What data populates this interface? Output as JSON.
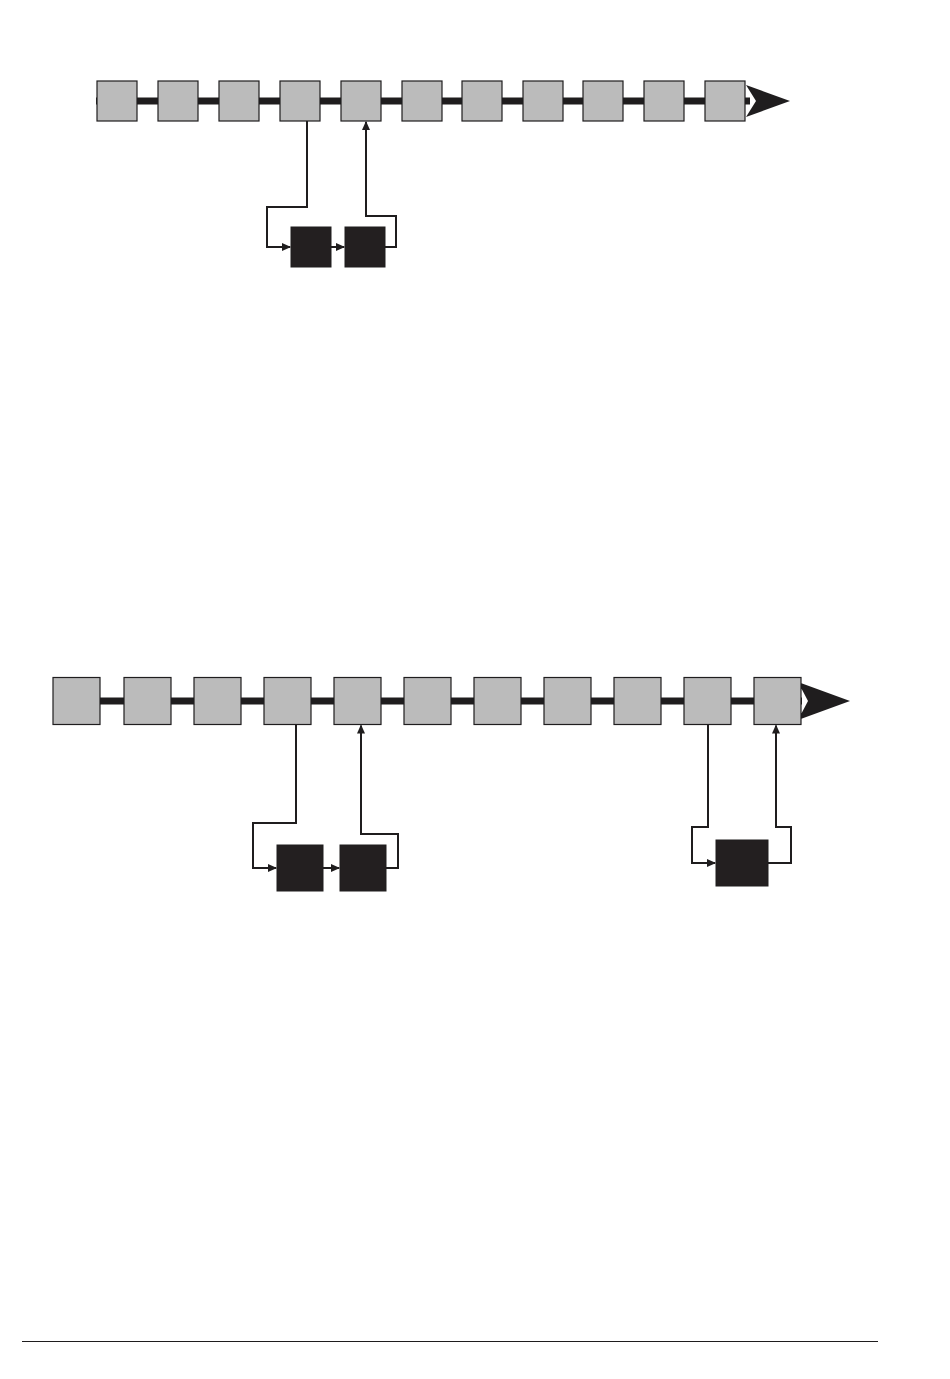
{
  "colors": {
    "line": "#1f1d1e",
    "main_block_fill": "#bbbbbb",
    "side_block_fill": "#231f20",
    "background": "#ffffff"
  },
  "diagrams": [
    {
      "id": "top",
      "main_blocks": 11,
      "side_blocks": 2,
      "detours": [
        {
          "from_block": 4,
          "to_block": 5,
          "side_blocks": 2
        }
      ]
    },
    {
      "id": "bottom",
      "main_blocks": 11,
      "side_blocks": 3,
      "detours": [
        {
          "from_block": 4,
          "to_block": 5,
          "side_blocks": 2
        },
        {
          "from_block": 10,
          "to_block": 11,
          "side_blocks": 1
        }
      ]
    }
  ]
}
